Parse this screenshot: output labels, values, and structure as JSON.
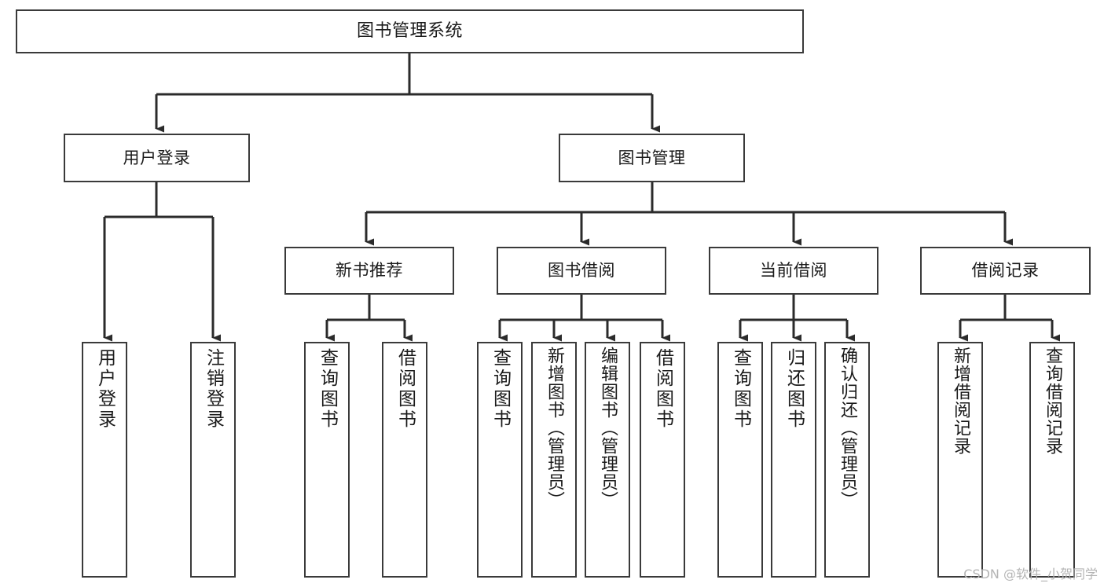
{
  "diagram": {
    "title": "图书管理系统",
    "type": "tree-hierarchy-chart",
    "colors": {
      "box_border": "#3a3a3a",
      "box_fill": "#ffffff",
      "connector": "#2b2b2b",
      "text": "#1a1a1a",
      "watermark": "#b4b4b4",
      "background": "#ffffff"
    },
    "watermark": "CSDN @软件_小贺同学",
    "levels": {
      "root": {
        "label": "图书管理系统"
      },
      "level2": [
        {
          "label": "用户登录"
        },
        {
          "label": "图书管理"
        }
      ],
      "level3": [
        {
          "label": "新书推荐"
        },
        {
          "label": "图书借阅"
        },
        {
          "label": "当前借阅"
        },
        {
          "label": "借阅记录"
        }
      ],
      "level4": {
        "user_login_children": [
          {
            "label": "用户登录"
          },
          {
            "label": "注销登录"
          }
        ],
        "new_book_children": [
          {
            "label": "查询图书"
          },
          {
            "label": "借阅图书"
          }
        ],
        "book_borrow_children": [
          {
            "label": "查询图书"
          },
          {
            "label": "新增图书（管理员）"
          },
          {
            "label": "编辑图书（管理员）"
          },
          {
            "label": "借阅图书"
          }
        ],
        "current_borrow_children": [
          {
            "label": "查询图书"
          },
          {
            "label": "归还图书"
          },
          {
            "label": "确认归还（管理员）"
          }
        ],
        "borrow_record_children": [
          {
            "label": "新增借阅记录"
          },
          {
            "label": "查询借阅记录"
          }
        ]
      }
    }
  }
}
